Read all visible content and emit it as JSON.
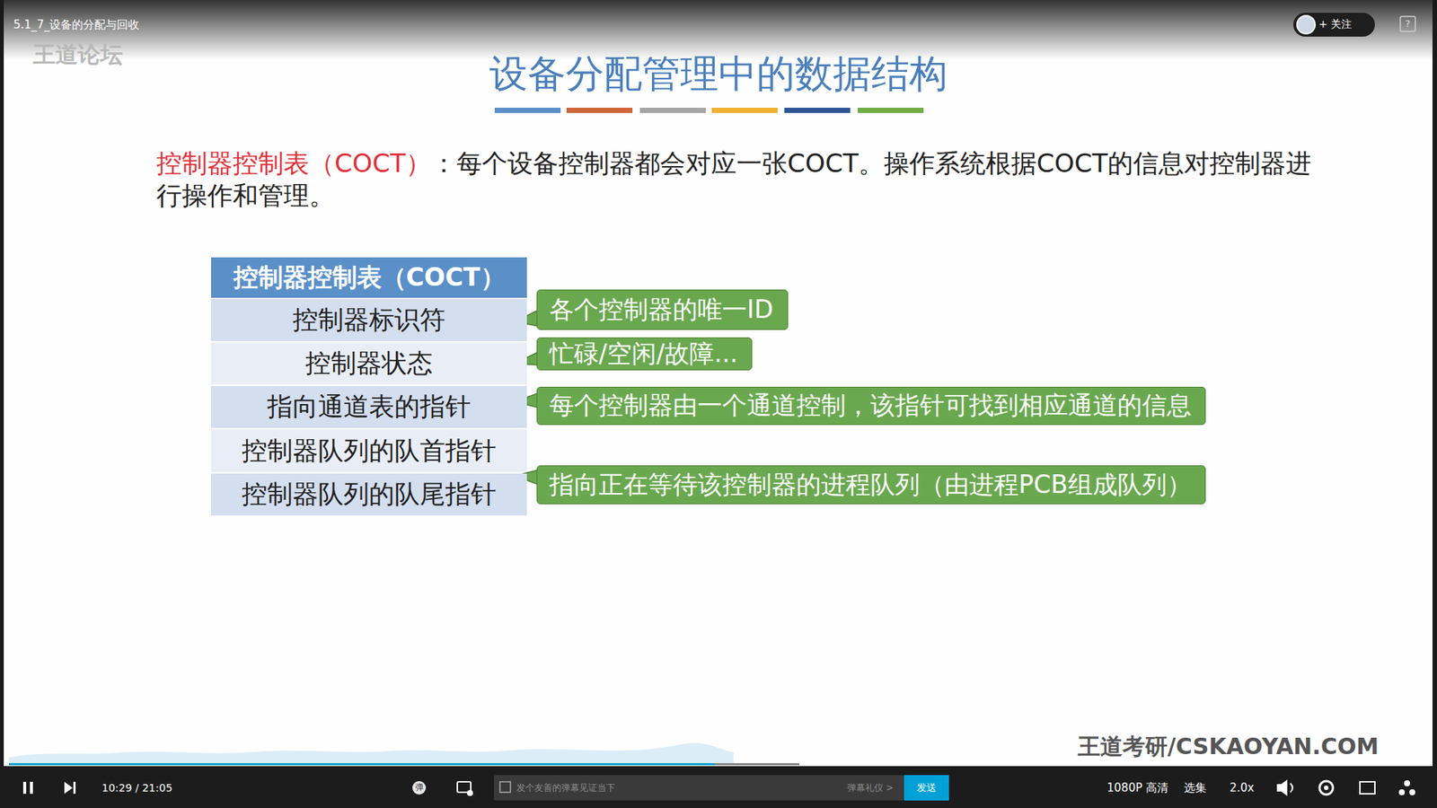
{
  "diagram": {
    "title": "设备分配管理中的数据结构",
    "nodes": [
      {
        "text": [
          "+ 关注"
        ]
      },
      {
        "text": [
          "控制器控制表（COCT）"
        ]
      },
      {
        "text": [
          "控制器标识符"
        ]
      },
      {
        "text": [
          "各个控制器的唯一ID"
        ]
      },
      {
        "text": [
          "控制器状态"
        ]
      },
      {
        "text": [
          "忙碌/空闲/故障..."
        ]
      },
      {
        "text": [
          "指向通道表的指针"
        ]
      },
      {
        "text": [
          "每个控制器由一个通道控制，该指针可找到相应通道的信息"
        ]
      },
      {
        "text": [
          "控制器队列的队首指针"
        ]
      },
      {
        "text": [
          "控制器队列的队尾指针"
        ]
      },
      {
        "text": [
          "指向正在等待该控制器的进程队列（由进程PCB组成队列）"
        ]
      },
      {
        "text": [
          "发送"
        ]
      }
    ],
    "labels": [
      "5.1_7_设备的分配与回收",
      "王道论坛",
      "控制器控制表（COCT）",
      "：每个设备控制器都会对应一张COCT。操作系统根据COCT的信息对控制器进行操作和管理。",
      "10:29 / 21:05",
      "弹",
      "发个友善的弹幕见证当下",
      "弹幕礼仪 >",
      "1080P 高清",
      "选集",
      "2.0x",
      "王道考研/CSKAOYAN.COM",
      "?"
    ]
  }
}
